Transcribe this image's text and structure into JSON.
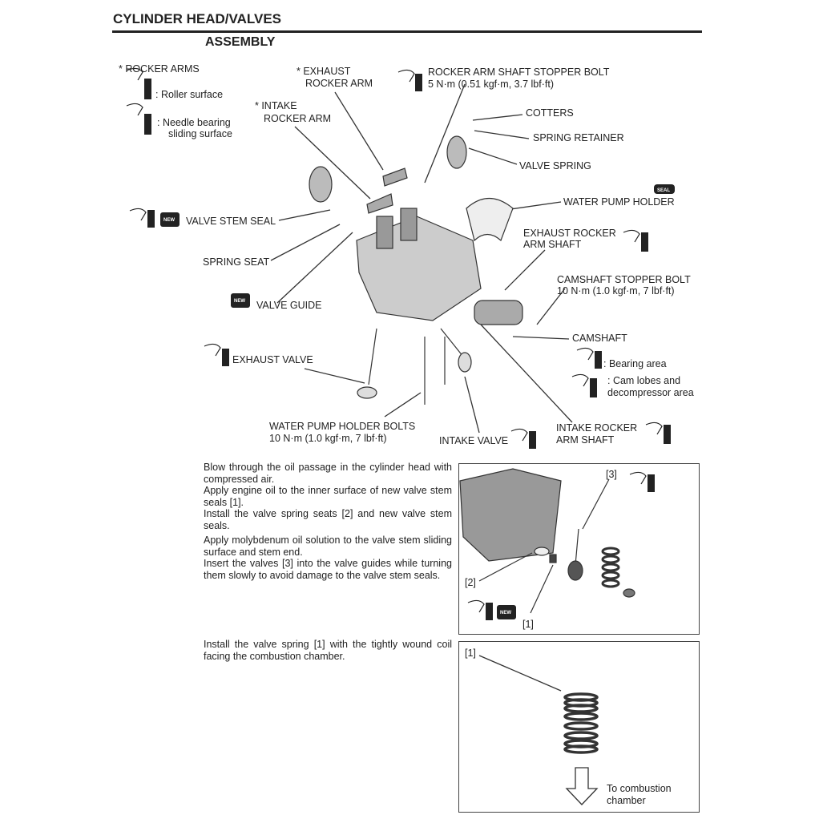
{
  "header": {
    "section_title": "CYLINDER HEAD/VALVES",
    "subtitle": "ASSEMBLY"
  },
  "legend": {
    "rocker_arms": "* ROCKER ARMS",
    "roller_surface": ": Roller surface",
    "needle_1": ":  Needle bearing",
    "needle_2": "sliding surface"
  },
  "labels": {
    "exhaust_rocker_arm_1": "* EXHAUST",
    "exhaust_rocker_arm_2": "ROCKER ARM",
    "intake_rocker_arm_1": "* INTAKE",
    "intake_rocker_arm_2": "ROCKER ARM",
    "stopper_bolt_1": "ROCKER ARM SHAFT STOPPER BOLT",
    "stopper_bolt_2": "5 N·m (0.51 kgf·m, 3.7 lbf·ft)",
    "cotters": "COTTERS",
    "spring_retainer": "SPRING RETAINER",
    "valve_spring": "VALVE SPRING",
    "water_pump_holder": "WATER PUMP HOLDER",
    "valve_stem_seal": "VALVE STEM SEAL",
    "exhaust_rocker_shaft_1": "EXHAUST ROCKER",
    "exhaust_rocker_shaft_2": "ARM SHAFT",
    "spring_seat": "SPRING SEAT",
    "camshaft_bolt_1": "CAMSHAFT STOPPER BOLT",
    "camshaft_bolt_2": "10 N·m (1.0 kgf·m, 7 lbf·ft)",
    "valve_guide": "VALVE GUIDE",
    "camshaft": "CAMSHAFT",
    "bearing_area": ": Bearing area",
    "cam_lobes_1": ": Cam lobes and",
    "cam_lobes_2": "decompressor area",
    "exhaust_valve": "EXHAUST VALVE",
    "wp_bolts_1": "WATER PUMP HOLDER BOLTS",
    "wp_bolts_2": "10 N·m (1.0 kgf·m, 7 lbf·ft)",
    "intake_valve": "INTAKE VALVE",
    "intake_rocker_shaft_1": "INTAKE ROCKER",
    "intake_rocker_shaft_2": "ARM SHAFT"
  },
  "icons": {
    "oil": "OIL",
    "moly": "M OIL",
    "new": "NEW",
    "seal": "SEAL"
  },
  "steps": [
    "Blow through the oil passage in the cylinder head with compressed air.",
    "Apply engine oil to the inner surface of new valve stem seals [1].",
    "Install the valve spring seats [2] and new valve stem seals.",
    "Apply molybdenum oil solution to the valve stem sliding surface and stem end.",
    "Insert the valves [3] into the valve guides while turning them slowly to avoid damage to the valve stem seals.",
    "Install the valve spring [1] with the tightly wound coil facing the combustion chamber."
  ],
  "figure1": {
    "c1": "[1]",
    "c2": "[2]",
    "c3": "[3]"
  },
  "figure2": {
    "c1": "[1]",
    "note_1": "To combustion",
    "note_2": "chamber"
  }
}
